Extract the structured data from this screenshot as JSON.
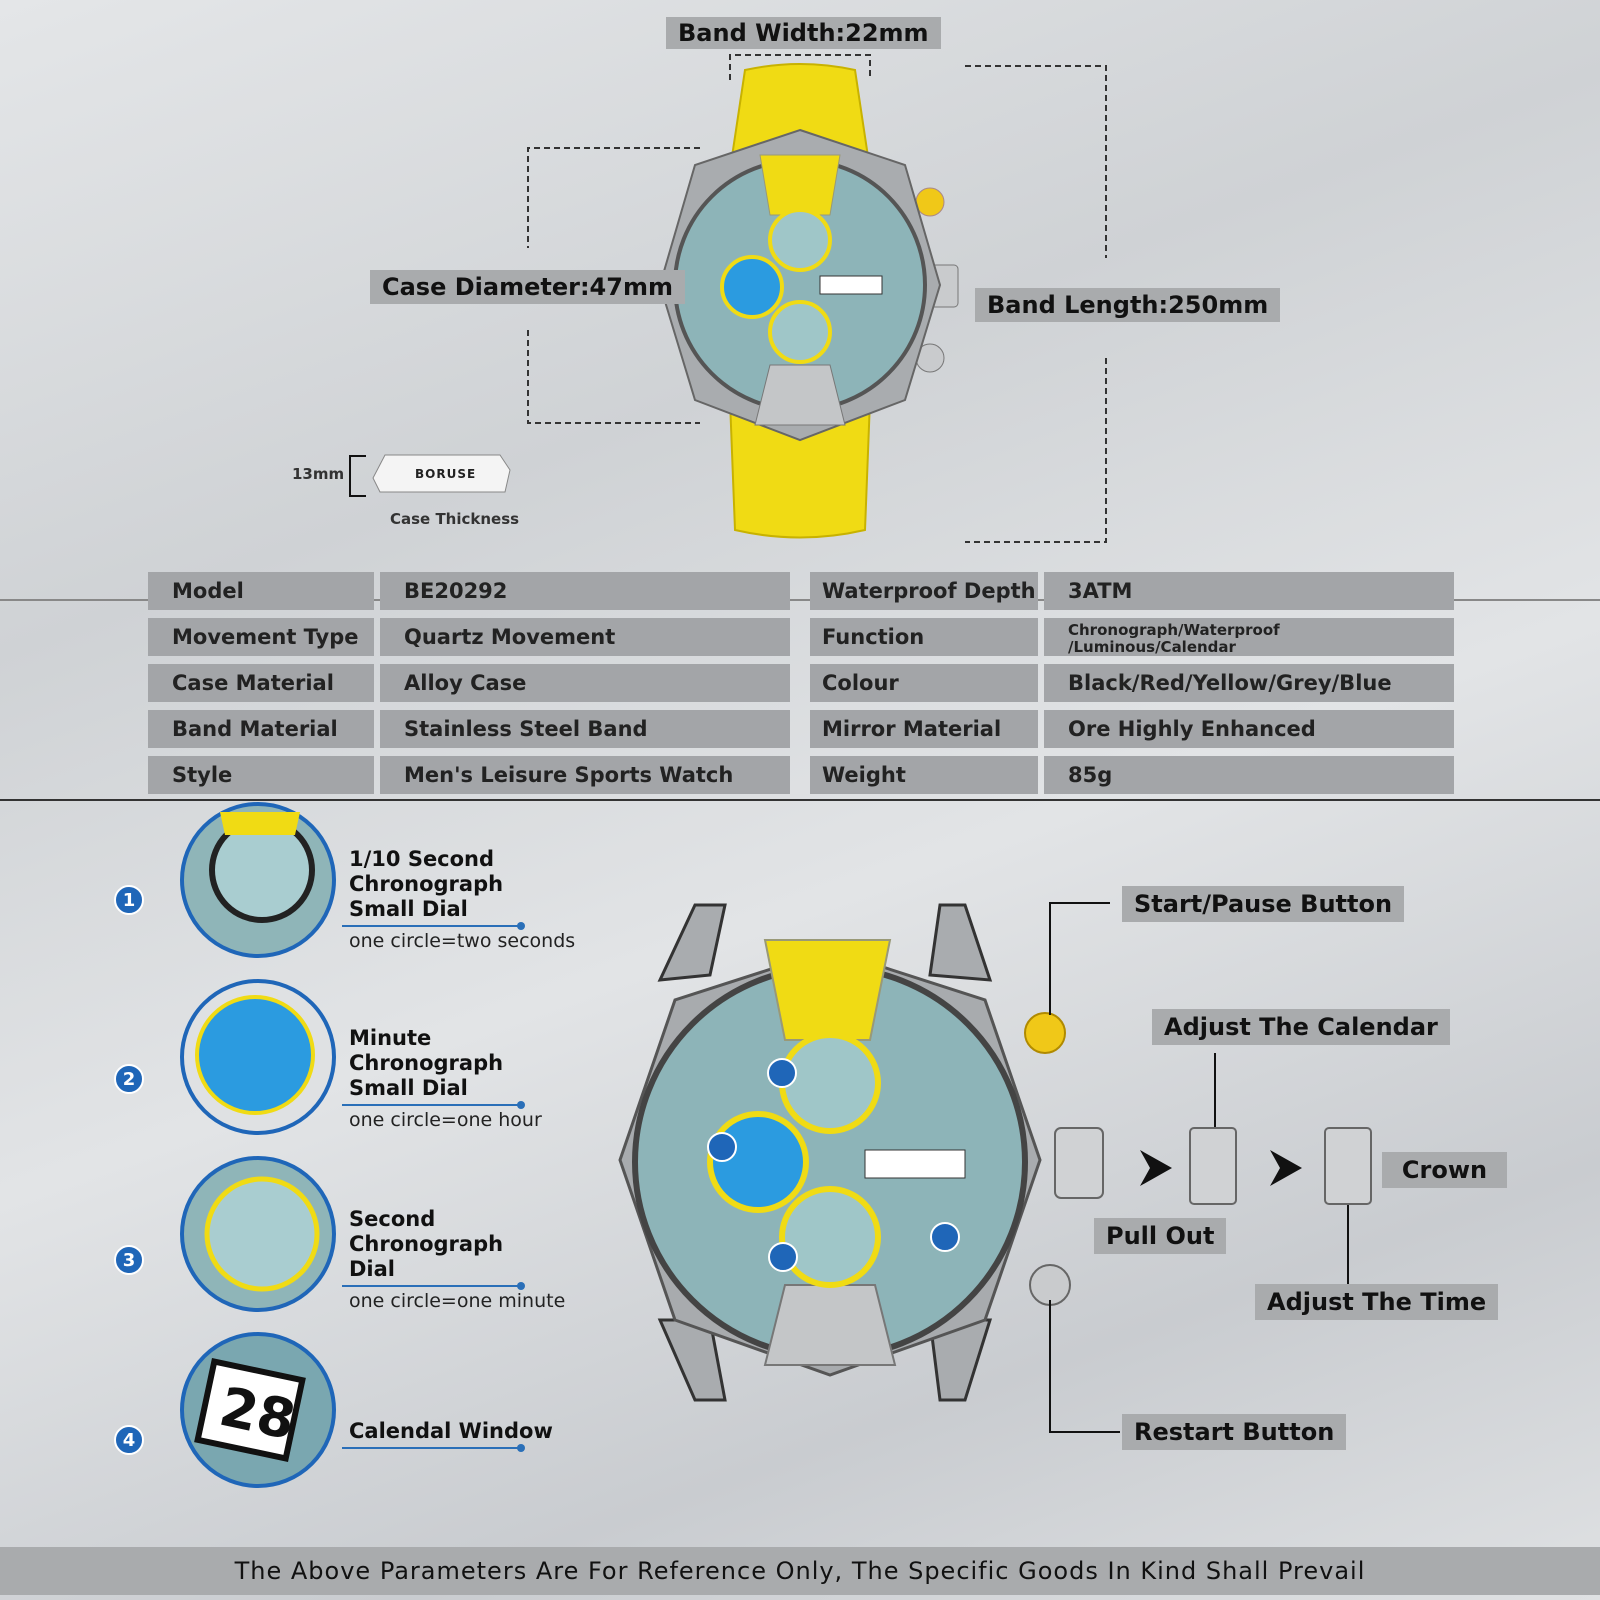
{
  "dimensions": {
    "band_width": "Band Width:22mm",
    "case_diameter": "Case Diameter:47mm",
    "band_length": "Band Length:250mm",
    "thickness_value": "13mm",
    "thickness_label": "Case Thickness",
    "brand": "BORUSE"
  },
  "specs": {
    "left": [
      {
        "label": "Model",
        "value": "BE20292"
      },
      {
        "label": "Movement Type",
        "value": "Quartz Movement"
      },
      {
        "label": "Case Material",
        "value": "Alloy Case"
      },
      {
        "label": "Band Material",
        "value": "Stainless Steel Band"
      },
      {
        "label": "Style",
        "value": "Men's Leisure Sports Watch"
      }
    ],
    "right": [
      {
        "label": "Waterproof Depth",
        "value": "3ATM"
      },
      {
        "label": "Function",
        "value": "Chronograph/Waterproof\n/Luminous/Calendar"
      },
      {
        "label": "Colour",
        "value": "Black/Red/Yellow/Grey/Blue"
      },
      {
        "label": "Mirror Material",
        "value": "Ore Highly Enhanced"
      },
      {
        "label": "Weight",
        "value": "85g"
      }
    ]
  },
  "features": [
    {
      "num": "1",
      "title": "1/10 Second\nChronograph\nSmall Dial",
      "desc": "one circle=two seconds"
    },
    {
      "num": "2",
      "title": "Minute\nChronograph\nSmall Dial",
      "desc": "one circle=one hour"
    },
    {
      "num": "3",
      "title": "Second\nChronograph\nDial",
      "desc": "one circle=one minute"
    },
    {
      "num": "4",
      "title": "Calendal Window",
      "desc": ""
    }
  ],
  "callouts": {
    "start_pause": "Start/Pause Button",
    "adjust_calendar": "Adjust The Calendar",
    "crown": "Crown",
    "pull_out": "Pull Out",
    "adjust_time": "Adjust The Time",
    "restart": "Restart Button"
  },
  "calendar_date": "28",
  "footer": "The Above Parameters Are For Reference Only, The Specific Goods In Kind Shall Prevail",
  "colors": {
    "yellow": "#f2dd1c",
    "dial": "#8fb5b8",
    "blue": "#2b9be0",
    "steel": "#b9bcbf",
    "tag": "#a9abad",
    "accent": "#1f66b8"
  }
}
